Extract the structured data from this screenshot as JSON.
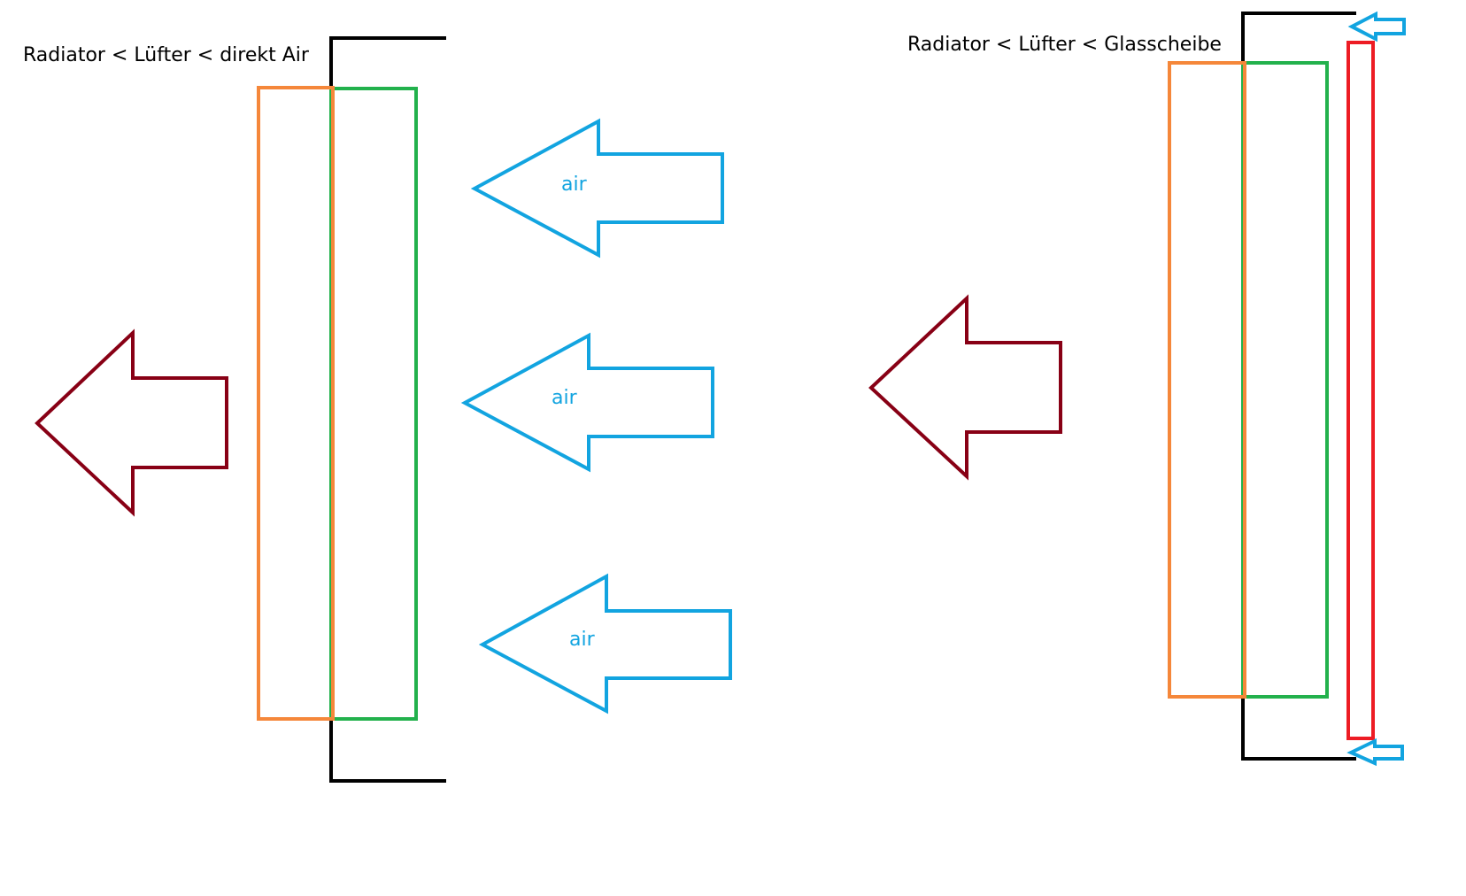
{
  "left_diagram": {
    "caption": "Radiator < Lüfter < direkt Air",
    "air_arrows": [
      {
        "label": "air"
      },
      {
        "label": "air"
      },
      {
        "label": "air"
      }
    ]
  },
  "right_diagram": {
    "caption": "Radiator < Lüfter < Glasscheibe"
  },
  "colors": {
    "radiator": "#f5873a",
    "fan": "#22b14c",
    "glass_panel": "#ed1c24",
    "intake_air": "#12a4e0",
    "exhaust_air": "#880015",
    "case_frame": "#000000"
  },
  "legend_semantics": {
    "orange_box": "radiator",
    "green_box": "fan",
    "red_box": "glass panel",
    "blue_arrow": "intake air",
    "dark_red_arrow": "exhaust air"
  }
}
